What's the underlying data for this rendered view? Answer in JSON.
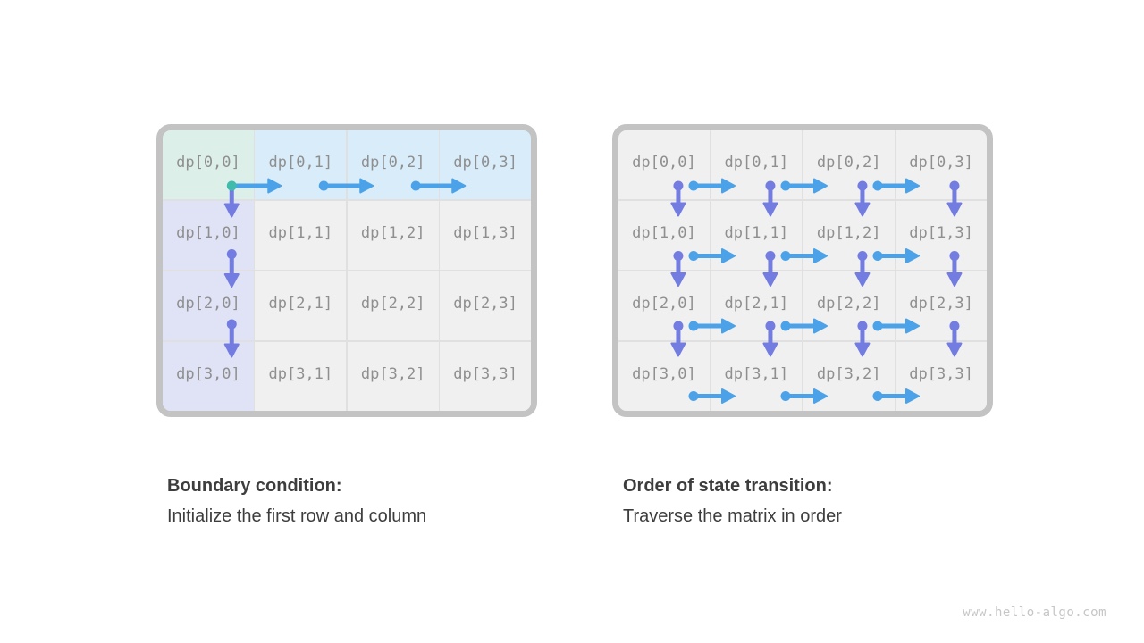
{
  "watermark": "www.hello-algo.com",
  "colors": {
    "teal": "#3fbcab",
    "blue": "#4ba2e8",
    "purple": "#737ce1",
    "cell_origin": "#ddefe9",
    "cell_first_row": "#d9ecf9",
    "cell_first_col": "#e0e2f6",
    "cell_plain": "#f0f0f0",
    "grid_line": "#e0e0e0",
    "box_border": "#c3c3c3",
    "label_text": "#8f8f8f",
    "caption_text": "#3d3d3d"
  },
  "diagrams": [
    {
      "name": "boundary-condition",
      "caption_title": "Boundary condition:",
      "caption_text": "Initialize the first row and column",
      "geom": {
        "right_frac": 0.75,
        "right_len": 55,
        "down_frac": 0.75,
        "down_start": 24,
        "down_gap": 18
      },
      "cells": [
        {
          "label": "dp[0,0]",
          "bg": "cell_origin"
        },
        {
          "label": "dp[0,1]",
          "bg": "cell_first_row"
        },
        {
          "label": "dp[0,2]",
          "bg": "cell_first_row"
        },
        {
          "label": "dp[0,3]",
          "bg": "cell_first_row"
        },
        {
          "label": "dp[1,0]",
          "bg": "cell_first_col"
        },
        {
          "label": "dp[1,1]",
          "bg": "cell_plain"
        },
        {
          "label": "dp[1,2]",
          "bg": "cell_plain"
        },
        {
          "label": "dp[1,3]",
          "bg": "cell_plain"
        },
        {
          "label": "dp[2,0]",
          "bg": "cell_first_col"
        },
        {
          "label": "dp[2,1]",
          "bg": "cell_plain"
        },
        {
          "label": "dp[2,2]",
          "bg": "cell_plain"
        },
        {
          "label": "dp[2,3]",
          "bg": "cell_plain"
        },
        {
          "label": "dp[3,0]",
          "bg": "cell_first_col"
        },
        {
          "label": "dp[3,1]",
          "bg": "cell_plain"
        },
        {
          "label": "dp[3,2]",
          "bg": "cell_plain"
        },
        {
          "label": "dp[3,3]",
          "bg": "cell_plain"
        }
      ],
      "arrows": [
        {
          "dir": "down",
          "row": 0,
          "col": 0,
          "dot": null,
          "color": "purple"
        },
        {
          "dir": "down",
          "row": 1,
          "col": 0,
          "dot": "purple",
          "color": "purple"
        },
        {
          "dir": "down",
          "row": 2,
          "col": 0,
          "dot": "purple",
          "color": "purple"
        },
        {
          "dir": "right",
          "row": 0,
          "col": 0,
          "dot": "teal",
          "color": "blue"
        },
        {
          "dir": "right",
          "row": 0,
          "col": 1,
          "dot": "blue",
          "color": "blue"
        },
        {
          "dir": "right",
          "row": 0,
          "col": 2,
          "dot": "blue",
          "color": "blue"
        }
      ]
    },
    {
      "name": "traversal-order",
      "caption_title": "Order of state transition:",
      "caption_text": "Traverse the matrix in order",
      "geom": {
        "right_edge_off": -19,
        "right_len": 46,
        "down_frac": 0.65,
        "down_start": 26,
        "down_gap": 19
      },
      "cells": [
        {
          "label": "dp[0,0]",
          "bg": "cell_plain"
        },
        {
          "label": "dp[0,1]",
          "bg": "cell_plain"
        },
        {
          "label": "dp[0,2]",
          "bg": "cell_plain"
        },
        {
          "label": "dp[0,3]",
          "bg": "cell_plain"
        },
        {
          "label": "dp[1,0]",
          "bg": "cell_plain"
        },
        {
          "label": "dp[1,1]",
          "bg": "cell_plain"
        },
        {
          "label": "dp[1,2]",
          "bg": "cell_plain"
        },
        {
          "label": "dp[1,3]",
          "bg": "cell_plain"
        },
        {
          "label": "dp[2,0]",
          "bg": "cell_plain"
        },
        {
          "label": "dp[2,1]",
          "bg": "cell_plain"
        },
        {
          "label": "dp[2,2]",
          "bg": "cell_plain"
        },
        {
          "label": "dp[2,3]",
          "bg": "cell_plain"
        },
        {
          "label": "dp[3,0]",
          "bg": "cell_plain"
        },
        {
          "label": "dp[3,1]",
          "bg": "cell_plain"
        },
        {
          "label": "dp[3,2]",
          "bg": "cell_plain"
        },
        {
          "label": "dp[3,3]",
          "bg": "cell_plain"
        }
      ],
      "arrows": [
        {
          "dir": "down",
          "row": 0,
          "col": 0,
          "dot": "purple",
          "color": "purple"
        },
        {
          "dir": "down",
          "row": 0,
          "col": 1,
          "dot": "purple",
          "color": "purple"
        },
        {
          "dir": "down",
          "row": 0,
          "col": 2,
          "dot": "purple",
          "color": "purple"
        },
        {
          "dir": "down",
          "row": 0,
          "col": 3,
          "dot": "purple",
          "color": "purple"
        },
        {
          "dir": "down",
          "row": 1,
          "col": 0,
          "dot": "purple",
          "color": "purple"
        },
        {
          "dir": "down",
          "row": 1,
          "col": 1,
          "dot": "purple",
          "color": "purple"
        },
        {
          "dir": "down",
          "row": 1,
          "col": 2,
          "dot": "purple",
          "color": "purple"
        },
        {
          "dir": "down",
          "row": 1,
          "col": 3,
          "dot": "purple",
          "color": "purple"
        },
        {
          "dir": "down",
          "row": 2,
          "col": 0,
          "dot": "purple",
          "color": "purple"
        },
        {
          "dir": "down",
          "row": 2,
          "col": 1,
          "dot": "purple",
          "color": "purple"
        },
        {
          "dir": "down",
          "row": 2,
          "col": 2,
          "dot": "purple",
          "color": "purple"
        },
        {
          "dir": "down",
          "row": 2,
          "col": 3,
          "dot": "purple",
          "color": "purple"
        },
        {
          "dir": "right",
          "row": 0,
          "col": 0,
          "dot": "blue",
          "color": "blue"
        },
        {
          "dir": "right",
          "row": 0,
          "col": 1,
          "dot": "blue",
          "color": "blue"
        },
        {
          "dir": "right",
          "row": 0,
          "col": 2,
          "dot": "blue",
          "color": "blue"
        },
        {
          "dir": "right",
          "row": 1,
          "col": 0,
          "dot": "blue",
          "color": "blue"
        },
        {
          "dir": "right",
          "row": 1,
          "col": 1,
          "dot": "blue",
          "color": "blue"
        },
        {
          "dir": "right",
          "row": 1,
          "col": 2,
          "dot": "blue",
          "color": "blue"
        },
        {
          "dir": "right",
          "row": 2,
          "col": 0,
          "dot": "blue",
          "color": "blue"
        },
        {
          "dir": "right",
          "row": 2,
          "col": 1,
          "dot": "blue",
          "color": "blue"
        },
        {
          "dir": "right",
          "row": 2,
          "col": 2,
          "dot": "blue",
          "color": "blue"
        },
        {
          "dir": "right",
          "row": 3,
          "col": 0,
          "dot": "blue",
          "color": "blue"
        },
        {
          "dir": "right",
          "row": 3,
          "col": 1,
          "dot": "blue",
          "color": "blue"
        },
        {
          "dir": "right",
          "row": 3,
          "col": 2,
          "dot": "blue",
          "color": "blue"
        }
      ]
    }
  ]
}
